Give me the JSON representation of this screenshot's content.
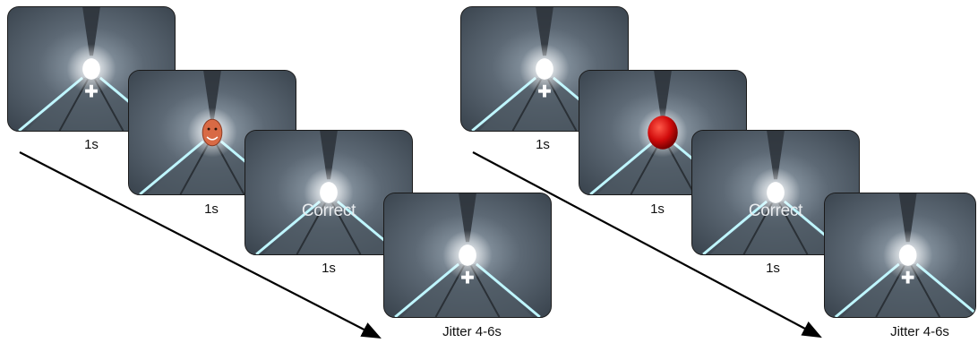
{
  "sequences": [
    {
      "name": "face-trial",
      "stimulus": "face",
      "steps": [
        {
          "type": "fixation",
          "duration": "1s"
        },
        {
          "type": "stimulus",
          "duration": "1s"
        },
        {
          "type": "feedback",
          "text": "Correct",
          "duration": "1s"
        },
        {
          "type": "fixation",
          "duration": "Jitter 4-6s"
        }
      ]
    },
    {
      "name": "ball-trial",
      "stimulus": "red-ball",
      "steps": [
        {
          "type": "fixation",
          "duration": "1s"
        },
        {
          "type": "stimulus",
          "duration": "1s"
        },
        {
          "type": "feedback",
          "text": "Correct",
          "duration": "1s"
        },
        {
          "type": "fixation",
          "duration": "Jitter 4-6s"
        }
      ]
    }
  ],
  "colors": {
    "tunnel": "#4a5560",
    "rail_glow": "#bff6ff",
    "ball": "#d10c0c",
    "face": "#d86a45",
    "arrow": "#000000"
  }
}
